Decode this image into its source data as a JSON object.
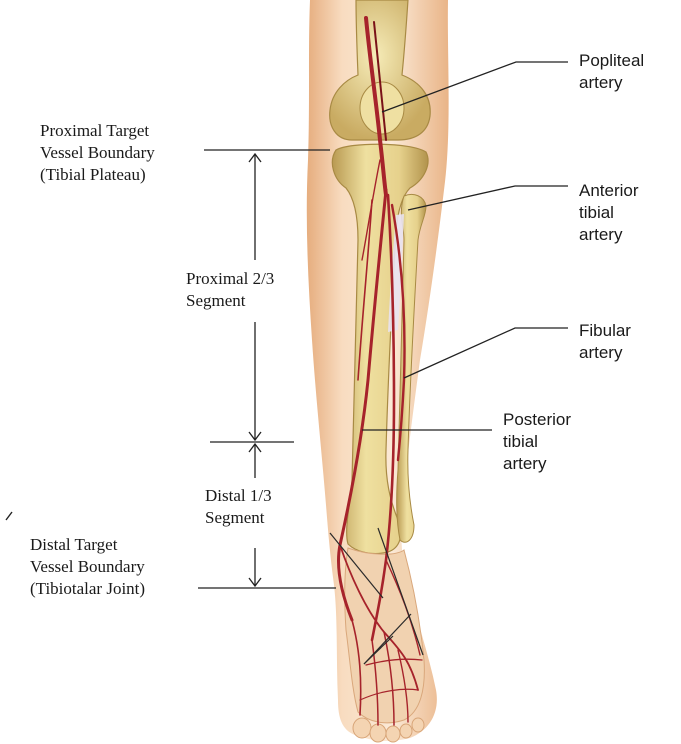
{
  "colors": {
    "skin_light": "#fbe6cf",
    "skin_mid": "#f1c79c",
    "skin_dark": "#e3a877",
    "bone_light": "#f3e6a6",
    "bone_mid": "#dcc57a",
    "bone_dark": "#b89a4f",
    "artery": "#a6232b",
    "artery_dark": "#7a1218",
    "membrane": "#e9e4ef",
    "leader": "#222222"
  },
  "labels": {
    "popliteal": [
      "Popliteal",
      "artery"
    ],
    "anterior_tibial": [
      "Anterior",
      "tibial",
      "artery"
    ],
    "fibular": [
      "Fibular",
      "artery"
    ],
    "posterior_tibial": [
      "Posterior",
      "tibial",
      "artery"
    ],
    "proximal_boundary": [
      "Proximal Target",
      "Vessel Boundary",
      "(Tibial Plateau)"
    ],
    "proximal_segment": [
      "Proximal 2/3",
      "Segment"
    ],
    "distal_segment": [
      "Distal 1/3",
      "Segment"
    ],
    "distal_boundary": [
      "Distal Target",
      "Vessel Boundary",
      "(Tibiotalar Joint)"
    ]
  }
}
